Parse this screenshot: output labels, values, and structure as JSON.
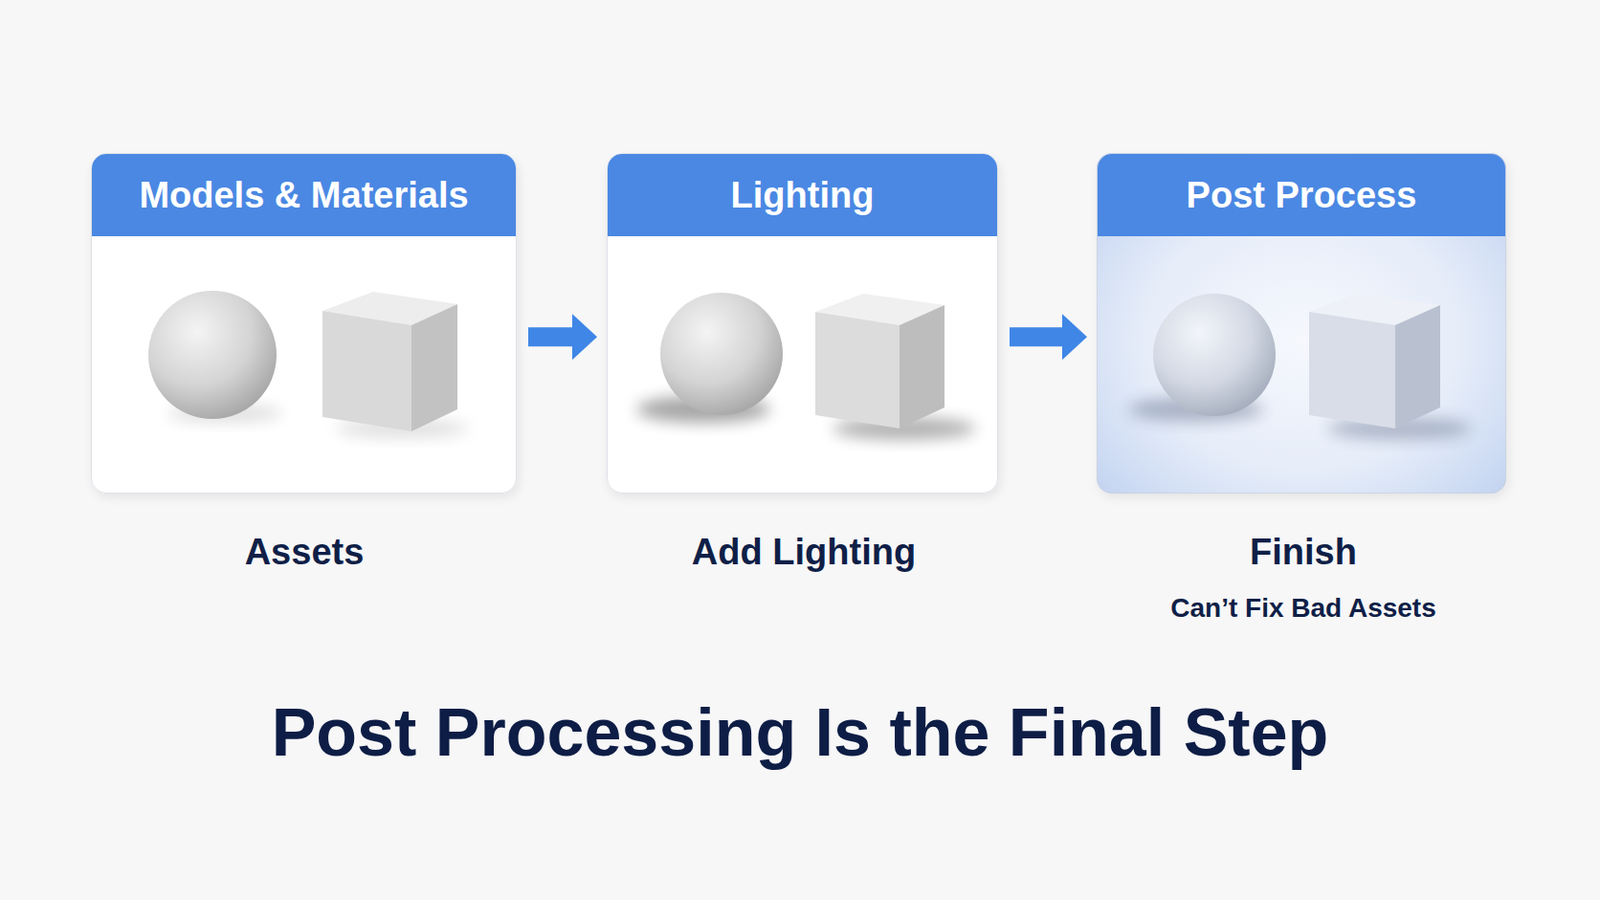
{
  "diagram": {
    "title": "Post Processing Is the Final Step",
    "nodes": [
      {
        "text": [
          "Models & Materials"
        ]
      },
      {
        "text": [
          "Lighting"
        ]
      },
      {
        "text": [
          "Post Process"
        ]
      }
    ],
    "edges": [
      {
        "from": 0,
        "to": 1,
        "arrow": "to"
      },
      {
        "from": 1,
        "to": 2,
        "arrow": "to"
      }
    ],
    "labels": [
      "Assets",
      "Add Lighting",
      "Finish",
      "Can’t Fix Bad Assets"
    ]
  }
}
